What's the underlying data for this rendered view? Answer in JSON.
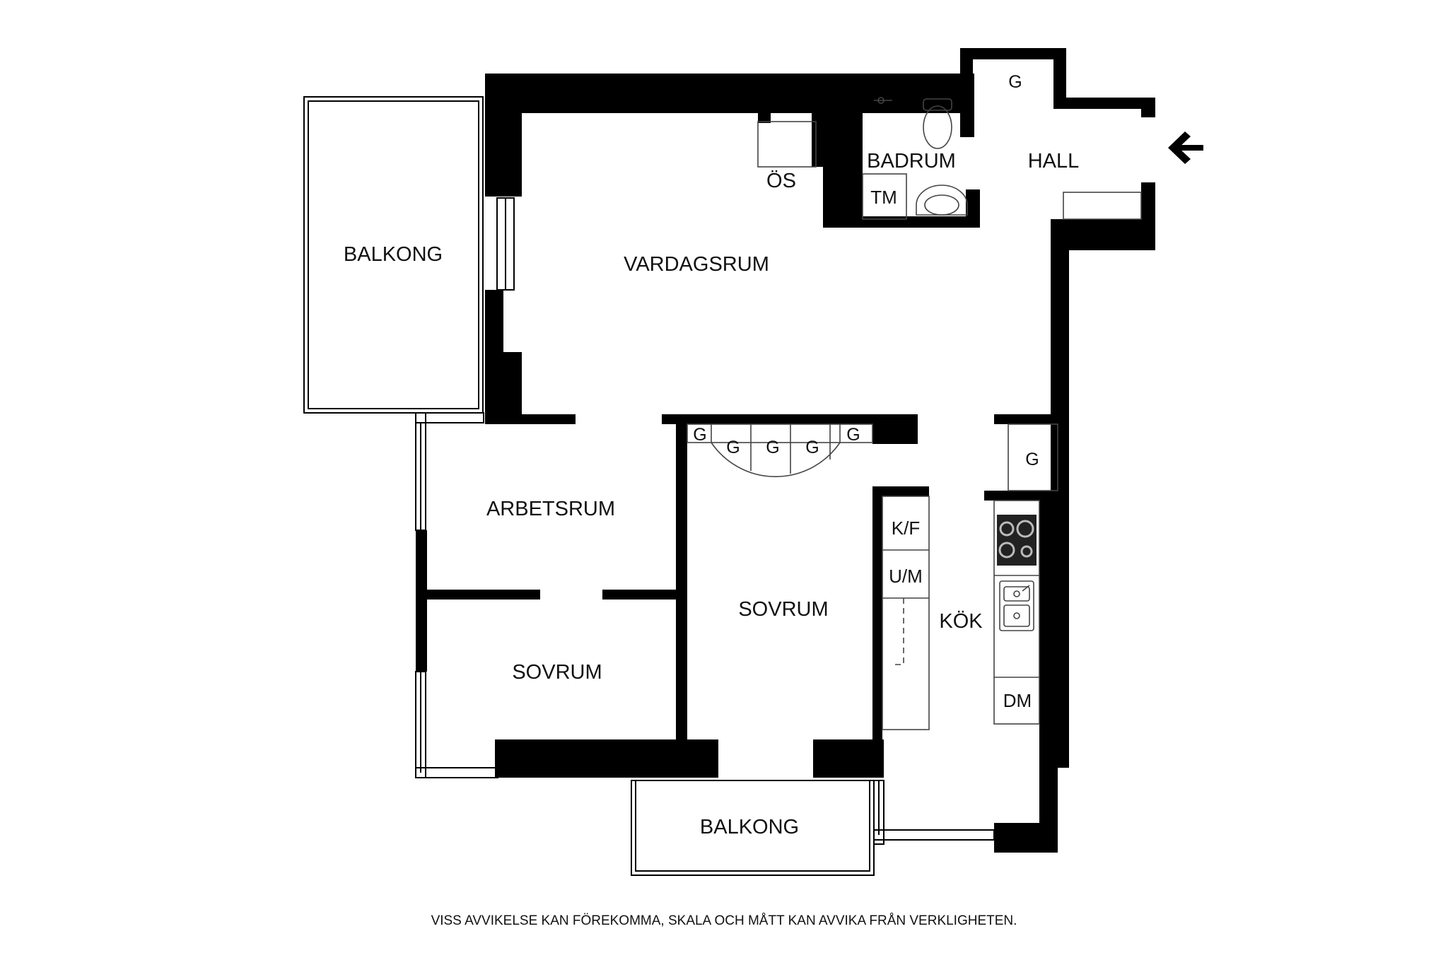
{
  "rooms": {
    "balkong_west": "BALKONG",
    "vardagsrum": "VARDAGSRUM",
    "os": "ÖS",
    "badrum": "BADRUM",
    "tm": "TM",
    "hall": "HALL",
    "hall_g": "G",
    "arbetsrum": "ARBETSRUM",
    "sovrum_small": "SOVRUM",
    "sovrum_large": "SOVRUM",
    "kok": "KÖK",
    "kf": "K/F",
    "um": "U/M",
    "dm": "DM",
    "kitchen_g": "G",
    "balkong_south": "BALKONG",
    "closets": [
      "G",
      "G",
      "G",
      "G",
      "G"
    ]
  },
  "disclaimer": "VISS AVVIKELSE KAN FÖREKOMMA, SKALA OCH MÅTT KAN AVVIKA FRÅN VERKLIGHETEN.",
  "icons": [
    "entrance-arrow-icon",
    "toilet-icon",
    "washbasin-icon",
    "shower-icon",
    "stove-icon",
    "sink-icon"
  ],
  "colors": {
    "wall": "#000000",
    "background": "#ffffff"
  }
}
